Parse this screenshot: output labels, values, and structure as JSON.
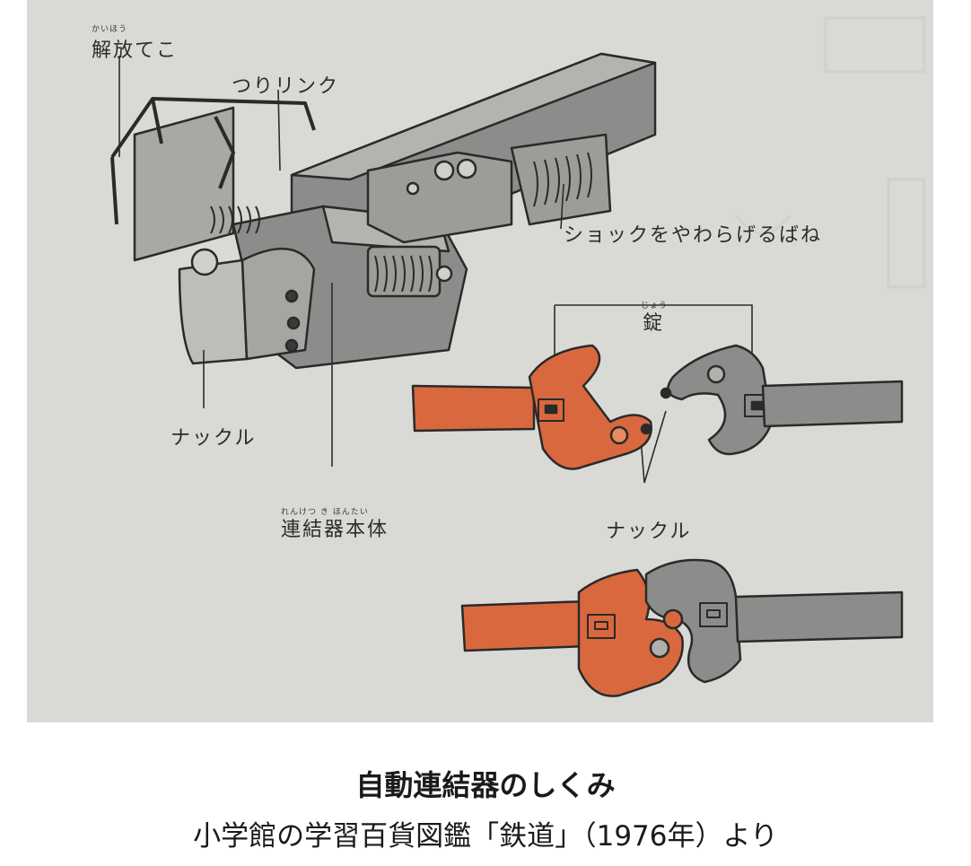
{
  "labels": {
    "release_lever": "解放てこ",
    "release_lever_ruby": "かいほう",
    "hanging_link": "つりリンク",
    "shock_spring": "ショックをやわらげるばね",
    "lock": "錠",
    "lock_ruby": "じょう",
    "knuckle_left": "ナックル",
    "knuckle_right": "ナックル",
    "coupler_body": "連結器本体",
    "coupler_body_ruby": "れんけつ き ほんたい"
  },
  "caption": {
    "title": "自動連結器のしくみ",
    "source": "小学館の学習百貨図鑑「鉄道」（1976年）より"
  },
  "colors": {
    "paper": "#d9d9d6",
    "metal": "#8c8c8a",
    "orange": "#d9683e",
    "ink": "#2c2c2c"
  }
}
